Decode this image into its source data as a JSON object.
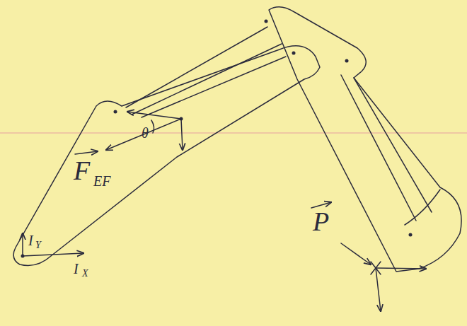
{
  "diagram": {
    "labels": [
      "F",
      "EF",
      "θ",
      "I",
      "Y",
      "I",
      "X",
      "P"
    ]
  }
}
